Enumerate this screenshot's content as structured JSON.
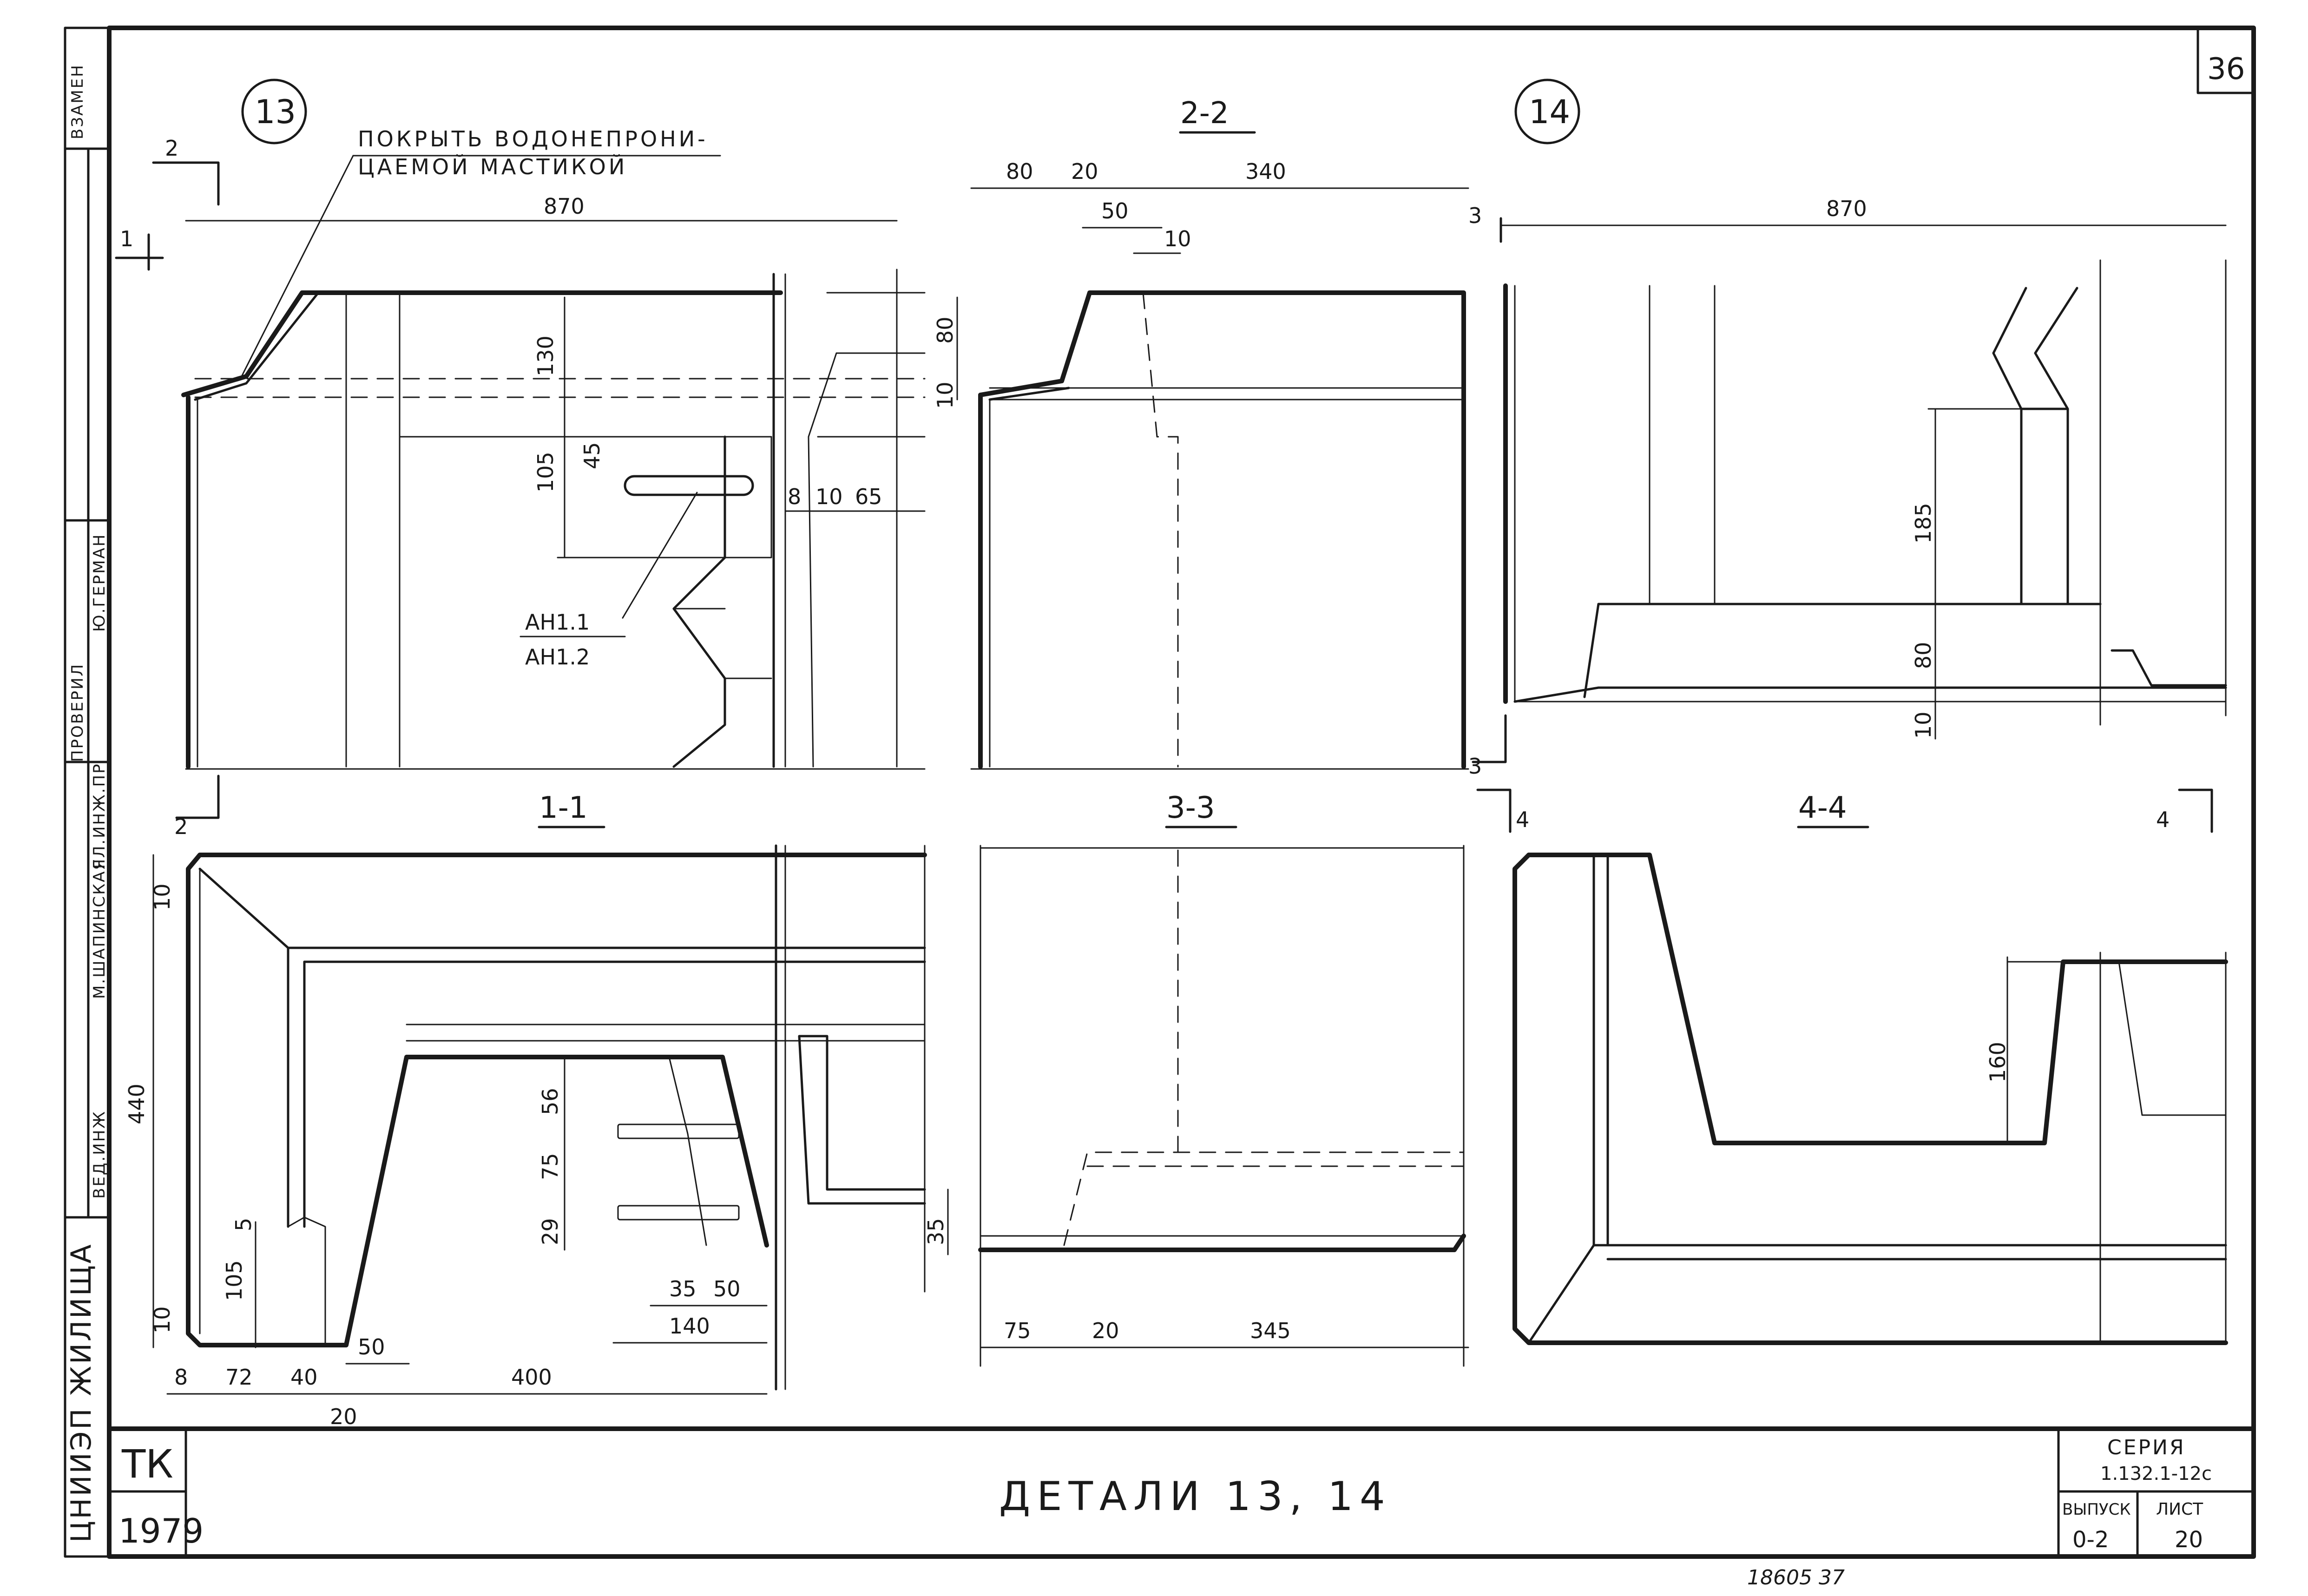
{
  "sheet": {
    "sheet_number": "36",
    "title": "ДЕТАЛИ 13, 14",
    "org": "ТК",
    "year": "1979",
    "series_label": "СЕРИЯ",
    "series_value": "1.132.1-12с",
    "issue_label": "ВЫПУСК",
    "issue_value": "0-2",
    "list_label": "ЛИСТ",
    "list_value": "20",
    "archive_number": "18605 37"
  },
  "margin_stamp": {
    "replaced": "ВЗАМЕН",
    "checked": "ПРОВЕРИЛ",
    "checker_name": "Ю.ГЕРМАН",
    "chief_engineer": "ГЛ.ИНЖ.ПР",
    "lead_engineer": "ВЕД.ИНЖ",
    "lead_name": "М.ШАПИНСКАЯ",
    "institute": "ЦНИИЭП ЖИЛИЩА"
  },
  "details": [
    {
      "id": "13"
    },
    {
      "id": "14"
    }
  ],
  "note": {
    "line1": "ПОКРЫТЬ ВОДОНЕПРОНИ-",
    "line2": "ЦАЕМОЙ МАСТИКОЙ"
  },
  "anchors": {
    "a1": "АН1.1",
    "a2": "АН1.2"
  },
  "sections": {
    "s11": "1-1",
    "s22": "2-2",
    "s33": "3-3",
    "s44": "4-4"
  },
  "cut_marks": {
    "m1": "1",
    "m2a": "2",
    "m2b": "2",
    "m3a": "3",
    "m3b": "3",
    "m4a": "4",
    "m4b": "4"
  },
  "dimensions": {
    "d13_width": "870",
    "d13_h130": "130",
    "d13_h105": "105",
    "d13_h45": "45",
    "d13_8": "8",
    "d13_10": "10",
    "d13_65": "65",
    "d22_80": "80",
    "d22_20": "20",
    "d22_340": "340",
    "d22_50": "50",
    "d22_10": "10",
    "d22_v80": "80",
    "d22_v10": "10",
    "d14_width": "870",
    "d14_185": "185",
    "d14_80": "80",
    "d14_10": "10",
    "d11_10": "10",
    "d11_440": "440",
    "d11_56": "56",
    "d11_75": "75",
    "d11_29": "29",
    "d11_35v": "35",
    "d11_5": "5",
    "d11_105": "105",
    "d11_10b": "10",
    "d11_35": "35",
    "d11_50": "50",
    "d11_140": "140",
    "d11_50b": "50",
    "d11_8": "8",
    "d11_72": "72",
    "d11_40": "40",
    "d11_400": "400",
    "d11_20": "20",
    "d33_75": "75",
    "d33_20": "20",
    "d33_345": "345",
    "d44_160": "160"
  }
}
